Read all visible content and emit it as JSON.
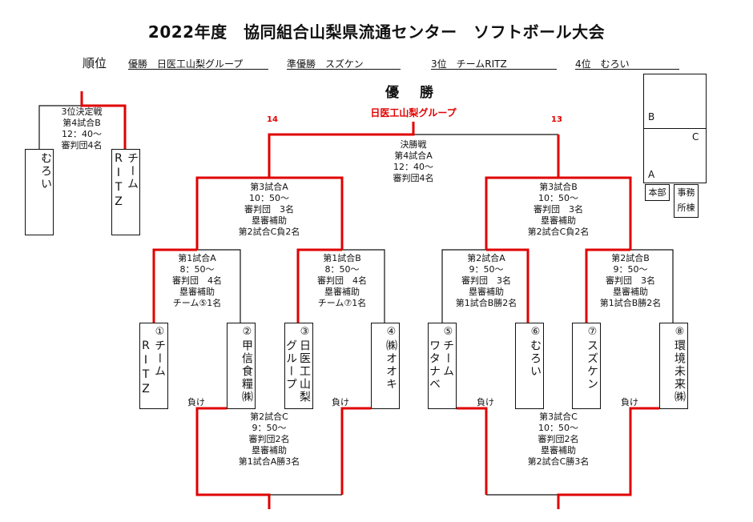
{
  "title": "2022年度　協同組合山梨県流通センター　ソフトボール大会",
  "ranking": {
    "label": "順位",
    "entries": [
      {
        "text": "優勝　日医工山梨グループ"
      },
      {
        "text": "準優勝　スズケン"
      },
      {
        "text": "3位　チームRITZ"
      },
      {
        "text": "4位　むろい"
      }
    ]
  },
  "champion": {
    "heading": "優 勝",
    "name": "日医工山梨グループ"
  },
  "final_scores": {
    "left": "14",
    "right": "13"
  },
  "matches": {
    "final": [
      "決勝戦",
      "第4試合A",
      "12：40～",
      "審判団4名"
    ],
    "third_place": [
      "3位決定戦",
      "第4試合B",
      "12：40～",
      "審判団4名"
    ],
    "m3a": [
      "第3試合A",
      "10：50～",
      "審判団　3名",
      "塁審補助",
      "第2試合C負2名"
    ],
    "m3b": [
      "第3試合B",
      "10：50～",
      "審判団　3名",
      "塁審補助",
      "第2試合C負2名"
    ],
    "m1a": [
      "第1試合A",
      "8：50～",
      "審判団　4名",
      "塁審補助",
      "チーム⑤1名"
    ],
    "m1b": [
      "第1試合B",
      "8：50～",
      "審判団　4名",
      "塁審補助",
      "チーム⑦1名"
    ],
    "m2a": [
      "第2試合A",
      "9：50～",
      "審判団　3名",
      "塁審補助",
      "第1試合B勝2名"
    ],
    "m2b": [
      "第2試合B",
      "9：50～",
      "審判団　3名",
      "塁審補助",
      "第1試合B勝2名"
    ],
    "m2c": [
      "第2試合C",
      "9：50～",
      "審判団2名",
      "塁審補助",
      "第1試合A勝3名"
    ],
    "m3c": [
      "第3試合C",
      "10：50～",
      "審判団2名",
      "塁審補助",
      "第2試合C勝3名"
    ]
  },
  "teams": [
    {
      "num": "①",
      "lines": [
        "チーム",
        "RITZ"
      ]
    },
    {
      "num": "②",
      "lines": [
        "甲信食糧㈱"
      ]
    },
    {
      "num": "③",
      "lines": [
        "日医工山梨",
        "グループ"
      ]
    },
    {
      "num": "④",
      "lines": [
        "㈱オオキ"
      ]
    },
    {
      "num": "⑤",
      "lines": [
        "チーム",
        "ワタナベ"
      ]
    },
    {
      "num": "⑥",
      "lines": [
        "むろい"
      ]
    },
    {
      "num": "⑦",
      "lines": [
        "スズケン"
      ]
    },
    {
      "num": "⑧",
      "lines": [
        "環境未来㈱"
      ]
    }
  ],
  "third_place_teams": [
    {
      "lines": [
        "むろい"
      ]
    },
    {
      "lines": [
        "チーム",
        "RITZ"
      ]
    }
  ],
  "lose_label": "負け",
  "venue": {
    "b": "B",
    "c": "C",
    "a": "A",
    "hq": "本部",
    "office": [
      "事務",
      "所棟"
    ]
  },
  "colors": {
    "red": "#e00000",
    "black": "#111111"
  }
}
